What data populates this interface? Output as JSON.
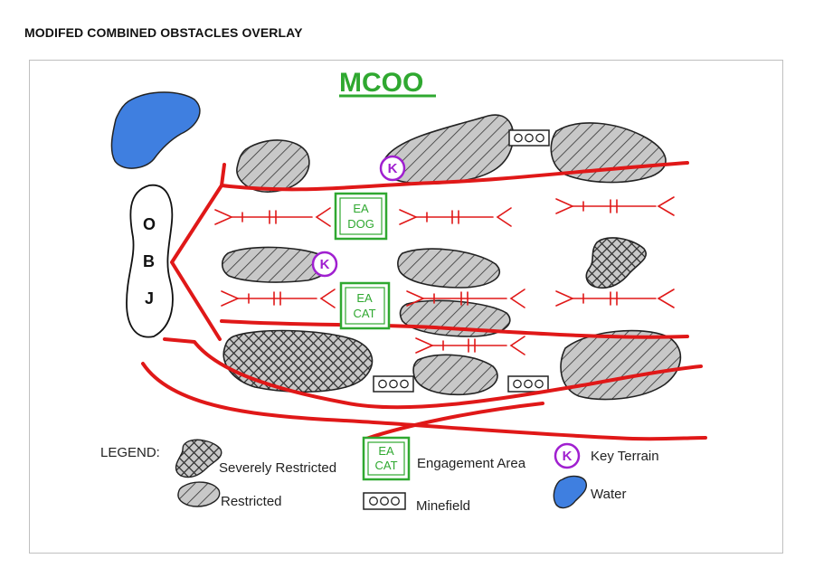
{
  "page": {
    "heading": "MODIFED COMBINED OBSTACLES OVERLAY"
  },
  "diagram": {
    "title": "MCOO",
    "objective": [
      "O",
      "B",
      "J"
    ],
    "engagement_areas": [
      {
        "line1": "EA",
        "line2": "DOG"
      },
      {
        "line1": "EA",
        "line2": "CAT"
      }
    ],
    "key_terrain_symbol": "K"
  },
  "legend": {
    "heading": "LEGEND:",
    "severely_restricted": "Severely Restricted",
    "restricted": "Restricted",
    "engagement_area": "Engagement Area",
    "engagement_area_sample": {
      "line1": "EA",
      "line2": "CAT"
    },
    "minefield": "Minefield",
    "key_terrain": "Key Terrain",
    "key_terrain_symbol": "K",
    "water": "Water"
  },
  "colors": {
    "mobility_corridor": "#e01818",
    "engagement_area": "#2fa830",
    "key_terrain": "#a020d0",
    "water": "#3f7fe0",
    "obstacle_fill": "#c8c8c8"
  }
}
